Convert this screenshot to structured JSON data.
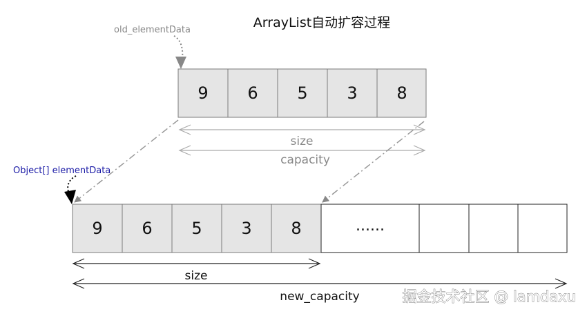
{
  "title": "ArrayList自动扩容过程",
  "old_array": {
    "pointer_label": "old_elementData",
    "cells": [
      "9",
      "6",
      "5",
      "3",
      "8"
    ],
    "size_label": "size",
    "capacity_label": "capacity"
  },
  "new_array": {
    "pointer_label": "Object[] elementData",
    "cells": [
      "9",
      "6",
      "5",
      "3",
      "8"
    ],
    "ellipsis": "......",
    "empty_cells": 3,
    "size_label": "size",
    "capacity_label": "new_capacity"
  },
  "watermark": "掘金技术社区 @ lamdaxu",
  "colors": {
    "filled_cell": "#e5e5e5",
    "empty_cell": "#ffffff",
    "old_label": "#888888",
    "pointer_new": "#1a1aa6",
    "dim_line": "#aaaaaa",
    "dash_line": "#999999"
  }
}
